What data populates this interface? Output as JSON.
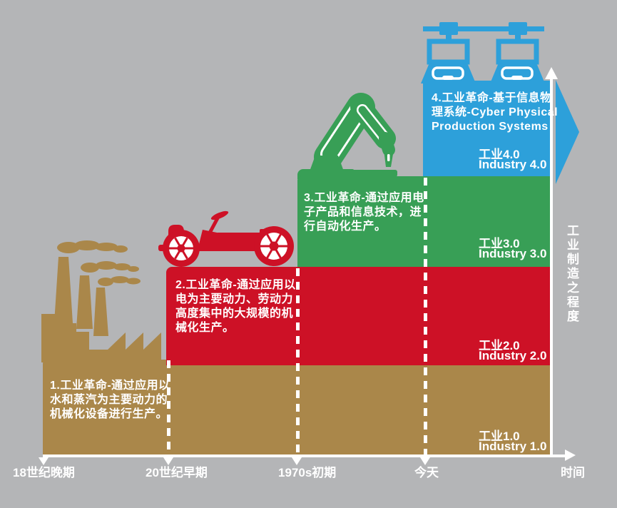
{
  "colors": {
    "background": "#b4b5b7",
    "industry1_tan": "#aa874a",
    "industry2_red": "#cd1126",
    "industry3_green": "#389f56",
    "industry4_blue": "#2da0da",
    "text_white": "#ffffff"
  },
  "stages": [
    {
      "name_cn": "工业1.0",
      "name_en": "Industry 1.0",
      "icon": "factory-icon",
      "color": "#aa874a",
      "desc_lines": [
        "1.工业革命-通过应用以",
        "水和蒸汽为主要动力的",
        "机械化设备进行生产。"
      ]
    },
    {
      "name_cn": "工业2.0",
      "name_en": "Industry 2.0",
      "icon": "vintage-car-icon",
      "color": "#cd1126",
      "desc_lines": [
        "2.工业革命-通过应用以",
        "电为主要动力、劳动力",
        "高度集中的大规模的机",
        "械化生产。"
      ]
    },
    {
      "name_cn": "工业3.0",
      "name_en": "Industry 3.0",
      "icon": "robot-arm-icon",
      "color": "#389f56",
      "desc_lines": [
        "3.工业革命-通过应用电",
        "子产品和信息技术，进",
        "行自动化生产。"
      ]
    },
    {
      "name_cn": "工业4.0",
      "name_en": "Industry 4.0",
      "icon": "connected-machines-icon",
      "color": "#2da0da",
      "desc_lines": [
        "4.工业革命-基于信息物",
        "理系统-Cyber Physical",
        "Production Systems"
      ]
    }
  ],
  "axis": {
    "ticks": [
      "18世纪晚期",
      "20世纪早期",
      "1970s初期",
      "今天"
    ],
    "x_title": "时间",
    "y_title": "工业制造之程度"
  }
}
